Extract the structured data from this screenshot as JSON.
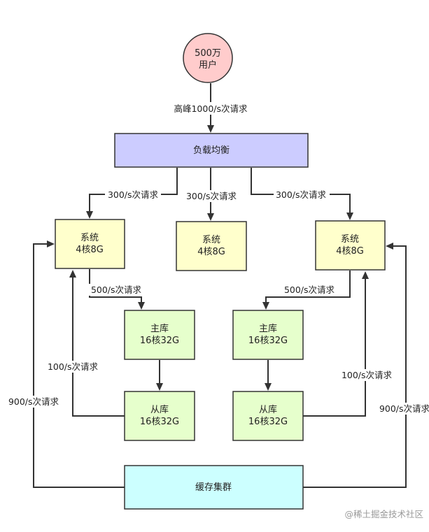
{
  "colors": {
    "user": "#ffcccc",
    "load_balancer": "#ccccff",
    "system": "#ffffcc",
    "database": "#e6ffcc",
    "cache": "#ccffff",
    "border": "#333333",
    "edge": "#333333"
  },
  "nodes": {
    "users": {
      "line1": "500万",
      "line2": "用户"
    },
    "load_balancer": {
      "label": "负载均衡"
    },
    "system_left": {
      "line1": "系统",
      "line2": "4核8G"
    },
    "system_mid": {
      "line1": "系统",
      "line2": "4核8G"
    },
    "system_right": {
      "line1": "系统",
      "line2": "4核8G"
    },
    "master_left": {
      "line1": "主库",
      "line2": "16核32G"
    },
    "master_right": {
      "line1": "主库",
      "line2": "16核32G"
    },
    "slave_left": {
      "line1": "从库",
      "line2": "16核32G"
    },
    "slave_right": {
      "line1": "从库",
      "line2": "16核32G"
    },
    "cache_cluster": {
      "label": "缓存集群"
    }
  },
  "edges": {
    "peak": "高峰1000/s次请求",
    "lb_to_left": "300/s次请求",
    "lb_to_mid": "300/s次请求",
    "lb_to_right": "300/s次请求",
    "left_to_master": "500/s次请求",
    "right_to_master": "500/s次请求",
    "slave_left_to_system": "100/s次请求",
    "slave_right_to_system": "100/s次请求",
    "cache_to_left": "900/s次请求",
    "cache_to_right": "900/s次请求"
  },
  "watermark": "@稀土掘金技术社区"
}
